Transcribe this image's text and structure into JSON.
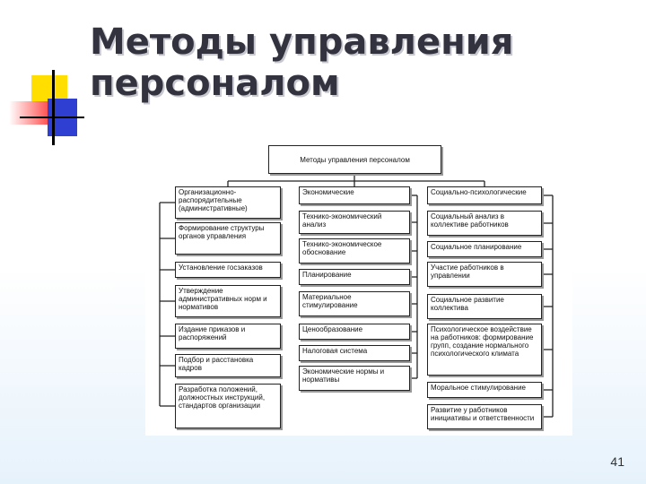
{
  "slide": {
    "title_line1": "Методы управления",
    "title_line2": "персоналом",
    "page_number": "41"
  },
  "diagram": {
    "root": "Методы управления персоналом",
    "columns": [
      {
        "items": [
          "Организационно-распорядительные (административные)",
          "Формирование структуры органов управления",
          "Установление госзаказов",
          "Утверждение административных норм и нормативов",
          "Издание приказов и распоряжений",
          "Подбор и расстановка кадров",
          "Разработка положений, должностных инструкций, стандартов организации"
        ]
      },
      {
        "items": [
          "Экономические",
          "Технико-экономический анализ",
          "Технико-экономическое обоснование",
          "Планирование",
          "Материальное стимулирование",
          "Ценообразование",
          "Налоговая система",
          "Экономические нормы и нормативы"
        ]
      },
      {
        "items": [
          "Социально-психологические",
          "Социальный анализ в коллективе работников",
          "Социальное планирование",
          "Участие работников в управлении",
          "Социальное развитие коллектива",
          "Психологическое воздействие на работников: формирование групп, создание нормального психологического климата",
          "Моральное стимулирование",
          "Развитие у работников инициативы и ответственности"
        ]
      }
    ]
  }
}
